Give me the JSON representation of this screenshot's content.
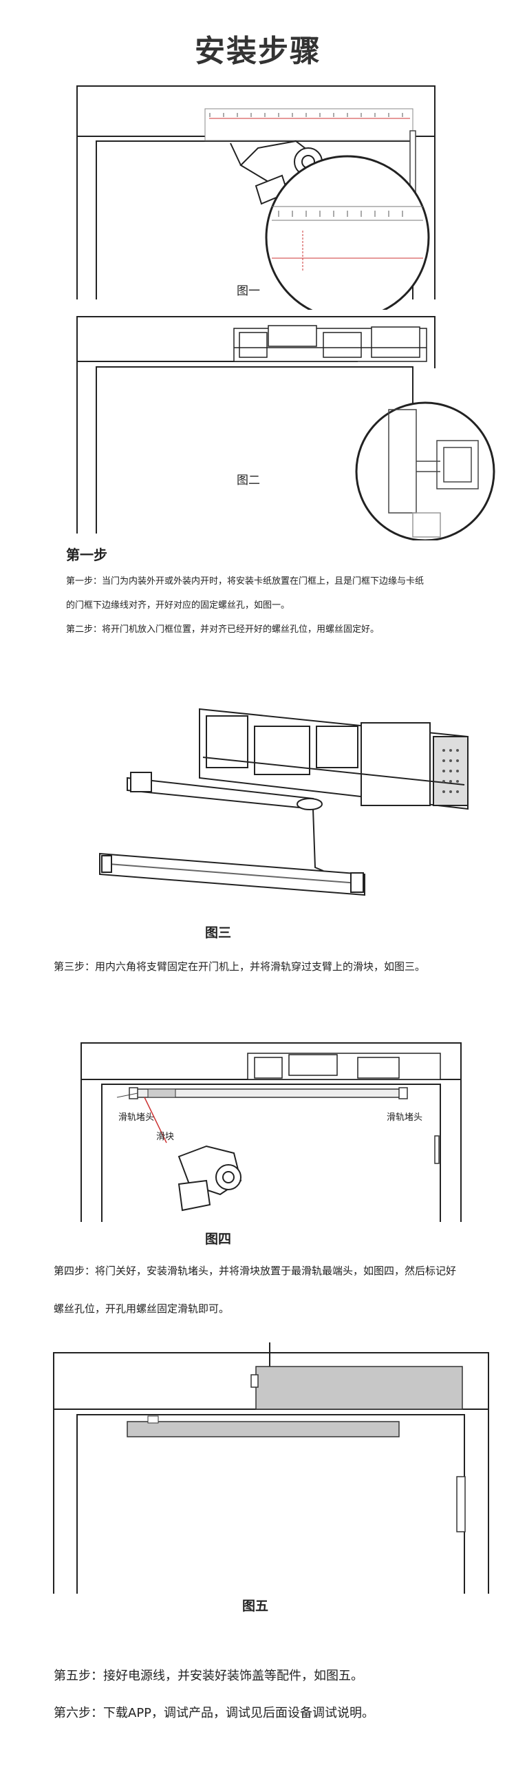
{
  "page": {
    "title": "安装步骤"
  },
  "figures": {
    "fig1_caption": "图一",
    "fig2_caption": "图二",
    "fig3_caption": "图三",
    "fig4_caption": "图四",
    "fig5_caption": "图五",
    "fig4_labels": {
      "left_cap": "滑轨堵头",
      "slider": "滑块",
      "right_cap": "滑轨堵头"
    }
  },
  "section1": {
    "heading": "第一步",
    "line1": "第一步：当门为内装外开或外装内开时，将安装卡纸放置在门框上，且是门框下边缘与卡纸",
    "line2": "的门框下边缘线对齐，开好对应的固定螺丝孔，如图一。",
    "line3": "第二步：将开门机放入门框位置，并对齐已经开好的螺丝孔位，用螺丝固定好。"
  },
  "step3": {
    "text": "第三步：用内六角将支臂固定在开门机上，并将滑轨穿过支臂上的滑块，如图三。"
  },
  "step4": {
    "line1": "第四步：将门关好，安装滑轨堵头，并将滑块放置于最滑轨最端头，如图四，然后标记好",
    "line2": "螺丝孔位，开孔用螺丝固定滑轨即可。"
  },
  "step5": {
    "text": "第五步：接好电源线，并安装好装饰盖等配件，如图五。"
  },
  "step6": {
    "text": "第六步：下载APP，调试产品，调试见后面设备调试说明。"
  }
}
